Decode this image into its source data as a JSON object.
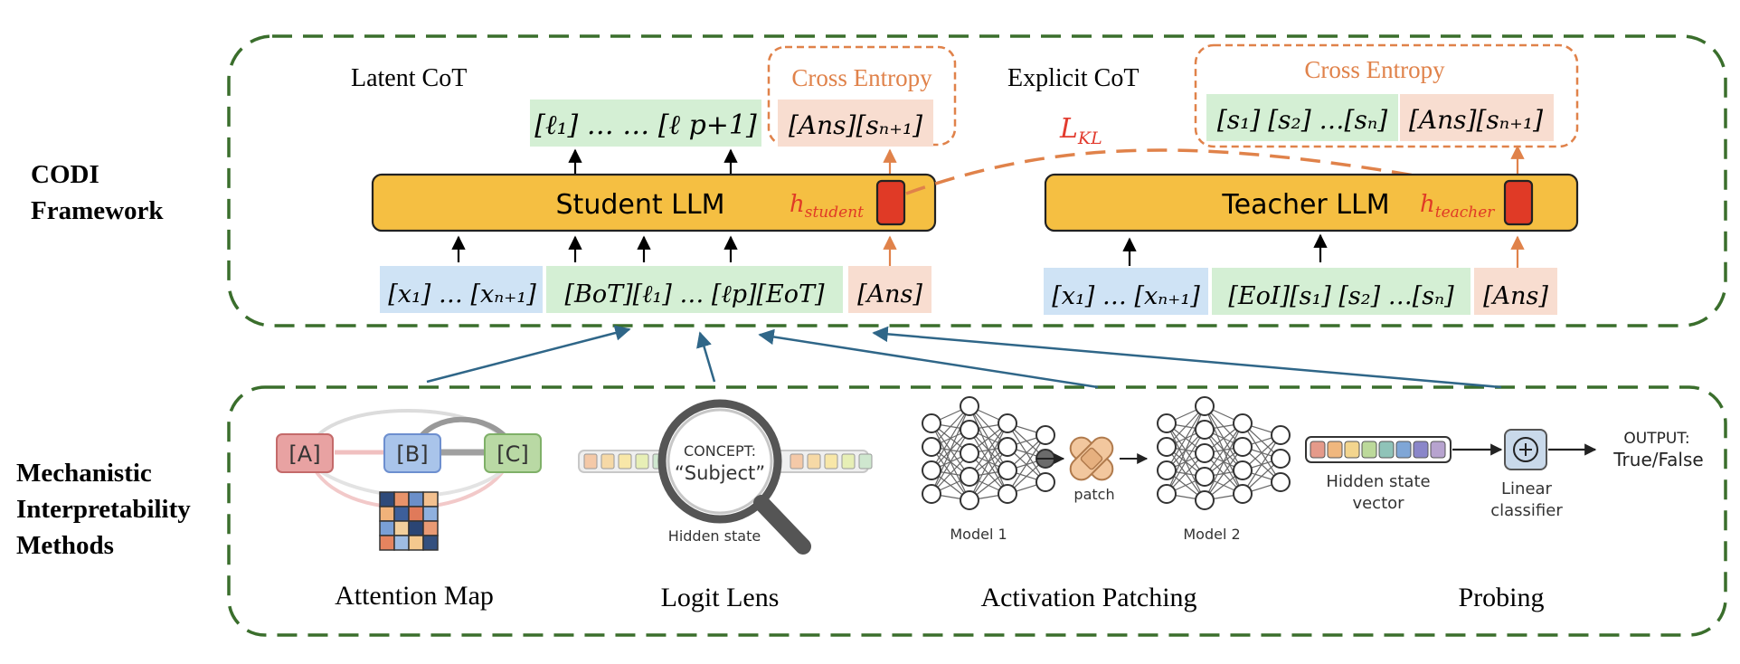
{
  "labels": {
    "codi_line1": "CODI",
    "codi_line2": "Framework",
    "mi_line1": "Mechanistic",
    "mi_line2": "Interpretability",
    "mi_line3": "Methods"
  },
  "latent": {
    "title": "Latent CoT",
    "cross_entropy": "Cross Entropy",
    "out_latents": "[ℓ₁] … … [ℓ p+1]",
    "out_ans": "[Ans][sₙ₊₁]",
    "llm_name": "Student LLM",
    "hidden": "h",
    "hidden_sub": "student",
    "input_x": "[x₁] … [xₙ₊₁]",
    "input_mid": "[BoT][ℓ₁] … [ℓp][EoT]",
    "input_ans": "[Ans]"
  },
  "explicit": {
    "title": "Explicit CoT",
    "cross_entropy": "Cross Entropy",
    "out_steps": "[s₁] [s₂] …[sₙ]",
    "out_ans": "[Ans][sₙ₊₁]",
    "llm_name": "Teacher LLM",
    "hidden": "h",
    "hidden_sub": "teacher",
    "input_x": "[x₁] … [xₙ₊₁]",
    "input_mid": "[EoI][s₁] [s₂] …[sₙ]",
    "input_ans": "[Ans]"
  },
  "kl": {
    "label": "L",
    "sub": "KL"
  },
  "methods": {
    "attention": {
      "caption": "Attention Map",
      "nodes": [
        "[A]",
        "[B]",
        "[C]"
      ]
    },
    "logit_lens": {
      "caption": "Logit Lens",
      "concept": "CONCEPT:",
      "subject": "“Subject”",
      "hidden": "Hidden state"
    },
    "patching": {
      "caption": "Activation Patching",
      "model1": "Model 1",
      "model2": "Model 2",
      "patch": "patch"
    },
    "probing": {
      "caption": "Probing",
      "vector_line1": "Hidden state",
      "vector_line2": "vector",
      "classifier_line1": "Linear",
      "classifier_line2": "classifier",
      "output_line1": "OUTPUT:",
      "output_line2": "True/False"
    }
  },
  "colors": {
    "dashed_border": "#3a6e2c",
    "llm_fill": "#f5bf42",
    "orange": "#e0824a",
    "blue_cell": "#cfe3f5",
    "green_cell": "#d4efd4",
    "peach_cell": "#f8ddd0",
    "red_hidden": "#e03a26",
    "arrow_blue": "#2f6688",
    "kl_red": "#e23b2e"
  }
}
